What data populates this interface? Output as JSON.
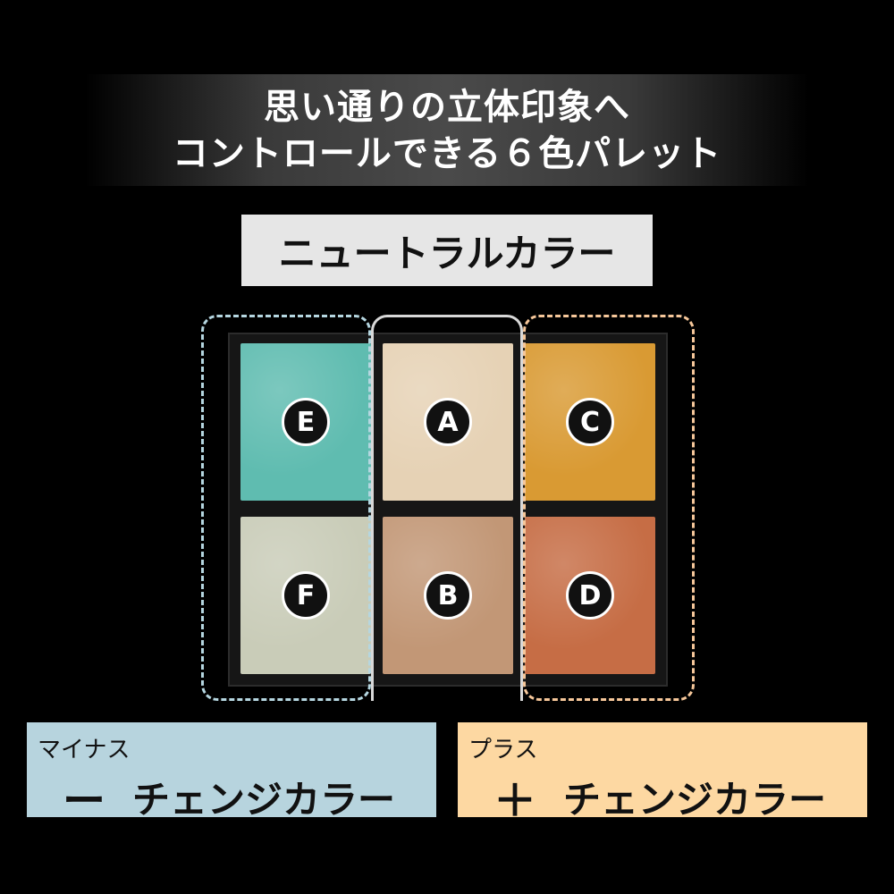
{
  "title": {
    "line1": "思い通りの立体印象へ",
    "line2": "コントロールできる６色パレット"
  },
  "neutral_label": "ニュートラルカラー",
  "pans": [
    {
      "letter": "E",
      "color": "#5fbcb0"
    },
    {
      "letter": "A",
      "color": "#e6d2b5"
    },
    {
      "letter": "C",
      "color": "#d99a33"
    },
    {
      "letter": "F",
      "color": "#c9ccb8"
    },
    {
      "letter": "B",
      "color": "#c29776"
    },
    {
      "letter": "D",
      "color": "#c66d45"
    }
  ],
  "minus_box": {
    "small": "マイナス",
    "symbol": "ー",
    "label": "チェンジカラー",
    "color": "#b7d4de"
  },
  "plus_box": {
    "small": "プラス",
    "symbol": "＋",
    "label": "チェンジカラー",
    "color": "#fdd8a2"
  }
}
